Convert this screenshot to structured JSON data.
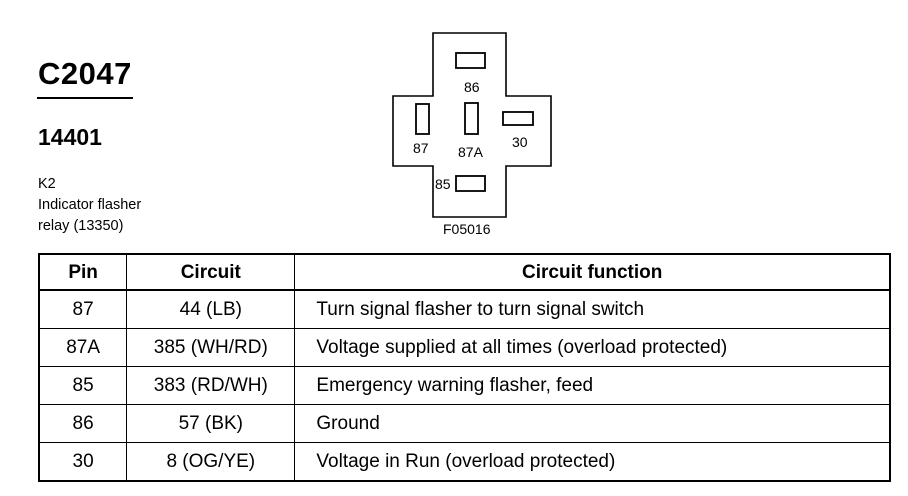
{
  "header": {
    "connector_id": "C2047",
    "part_number": "14401",
    "description_lines": [
      "K2",
      "Indicator flasher",
      "relay (13350)"
    ]
  },
  "diagram": {
    "figure_code": "F05016",
    "pins": {
      "p86": "86",
      "p87": "87",
      "p87a": "87A",
      "p30": "30",
      "p85": "85"
    }
  },
  "table": {
    "headers": {
      "pin": "Pin",
      "circuit": "Circuit",
      "function": "Circuit function"
    },
    "rows": [
      {
        "pin": "87",
        "circuit": "44 (LB)",
        "function": "Turn signal flasher to turn signal switch"
      },
      {
        "pin": "87A",
        "circuit": "385 (WH/RD)",
        "function": "Voltage supplied at all times (overload protected)"
      },
      {
        "pin": "85",
        "circuit": "383 (RD/WH)",
        "function": "Emergency warning flasher, feed"
      },
      {
        "pin": "86",
        "circuit": "57 (BK)",
        "function": "Ground"
      },
      {
        "pin": "30",
        "circuit": "8 (OG/YE)",
        "function": "Voltage in Run (overload protected)"
      }
    ]
  }
}
